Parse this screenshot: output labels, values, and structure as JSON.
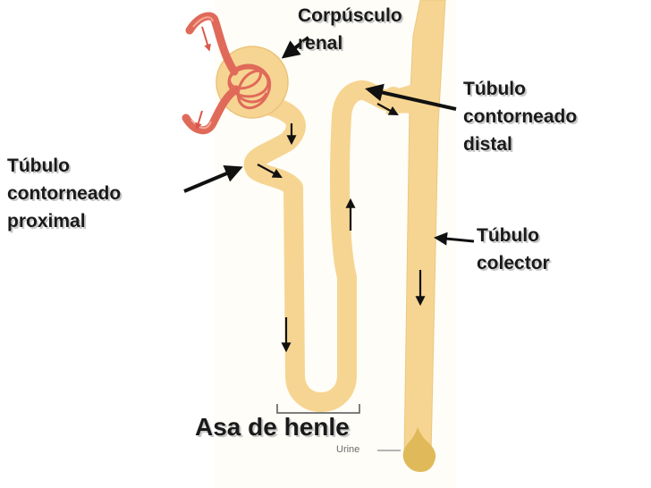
{
  "labels": {
    "corpusculo_renal": [
      "Corpúsculo",
      "renal"
    ],
    "tubulo_distal": [
      "Túbulo",
      "contorneado",
      "distal"
    ],
    "tubulo_proximal": [
      "Túbulo",
      "contorneado",
      "proximal"
    ],
    "tubulo_colector": [
      "Túbulo",
      "colector"
    ],
    "asa_de_henle": "Asa de henle",
    "urine": "Urine"
  },
  "colors": {
    "tubule_fill": "#f6d592",
    "tubule_edge": "#e8c07a",
    "vessel": "#e06a5a",
    "vessel_dark": "#c0463a",
    "pointer": "#111111",
    "label_text": "#1a1a1a"
  }
}
